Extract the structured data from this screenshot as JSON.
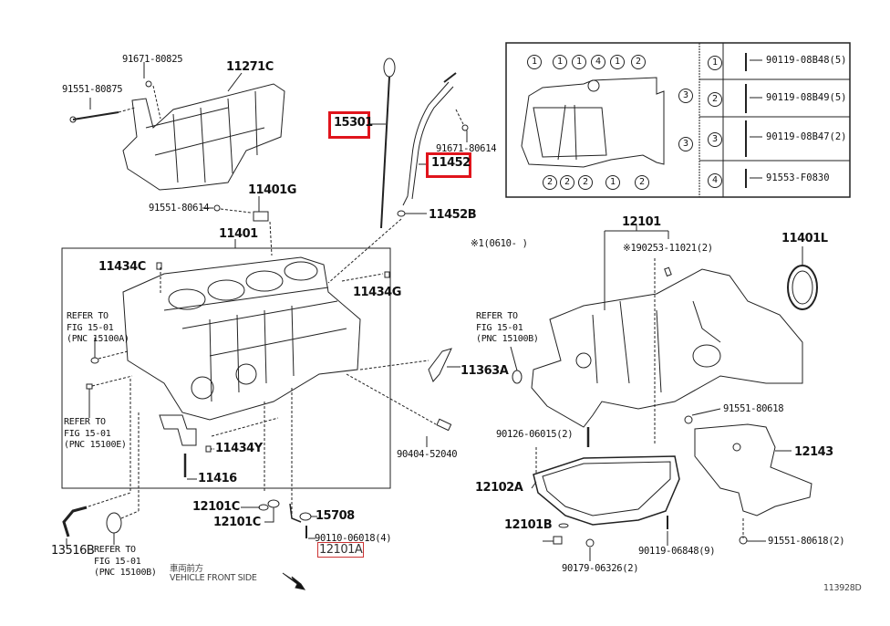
{
  "diagram": {
    "id_code": "113928D",
    "highlight_color": "#e0141c",
    "parts": {
      "p91671_80825": "91671-80825",
      "p91551_80875": "91551-80875",
      "p11271C": "11271C",
      "p15301": "15301",
      "p11452": "11452",
      "p91671_80614": "91671-80614",
      "p11452B": "11452B",
      "p11401G": "11401G",
      "p91551_80614": "91551-80614",
      "p11401": "11401",
      "p11434C": "11434C",
      "p11434G": "11434G",
      "p11434Y": "11434Y",
      "p11416": "11416",
      "p11363A": "11363A",
      "p90404_52040": "90404-52040",
      "p12101C_a": "12101C",
      "p12101C_b": "12101C",
      "p15708": "15708",
      "p90110_06018": "90110-06018(4)",
      "p12101A": "12101A",
      "p13516B": "13516B",
      "p12101": "12101",
      "p190253": "※190253-11021(2)",
      "note1": "※1(0610-    )",
      "p11401L": "11401L",
      "p91551_80618": "91551-80618",
      "p12143": "12143",
      "p90126_06015": "90126-06015(2)",
      "p12102A": "12102A",
      "p12101B": "12101B",
      "p90119_06848": "90119-06848(9)",
      "p91551_80618_2": "91551-80618(2)",
      "p90179_06326": "90179-06326(2)"
    },
    "refs": {
      "a": "REFER TO\nFIG 15-01\n(PNC 15100A)",
      "e": "REFER TO\nFIG 15-01\n(PNC 15100E)",
      "b_left": "REFER TO\nFIG 15-01\n(PNC 15100B)",
      "b_right": "REFER TO\nFIG 15-01\n(PNC 15100B)"
    },
    "front": {
      "jp": "車両前方",
      "en": "VEHICLE FRONT SIDE"
    },
    "inset": {
      "callouts": [
        "1",
        "1",
        "1",
        "4",
        "1",
        "2",
        "3",
        "3",
        "2",
        "2",
        "2",
        "1",
        "2"
      ],
      "legend": [
        {
          "num": "1",
          "part": "90119-08B48(5)"
        },
        {
          "num": "2",
          "part": "90119-08B49(5)"
        },
        {
          "num": "3",
          "part": "90119-08B47(2)"
        },
        {
          "num": "4",
          "part": "91553-F0830"
        }
      ]
    }
  }
}
